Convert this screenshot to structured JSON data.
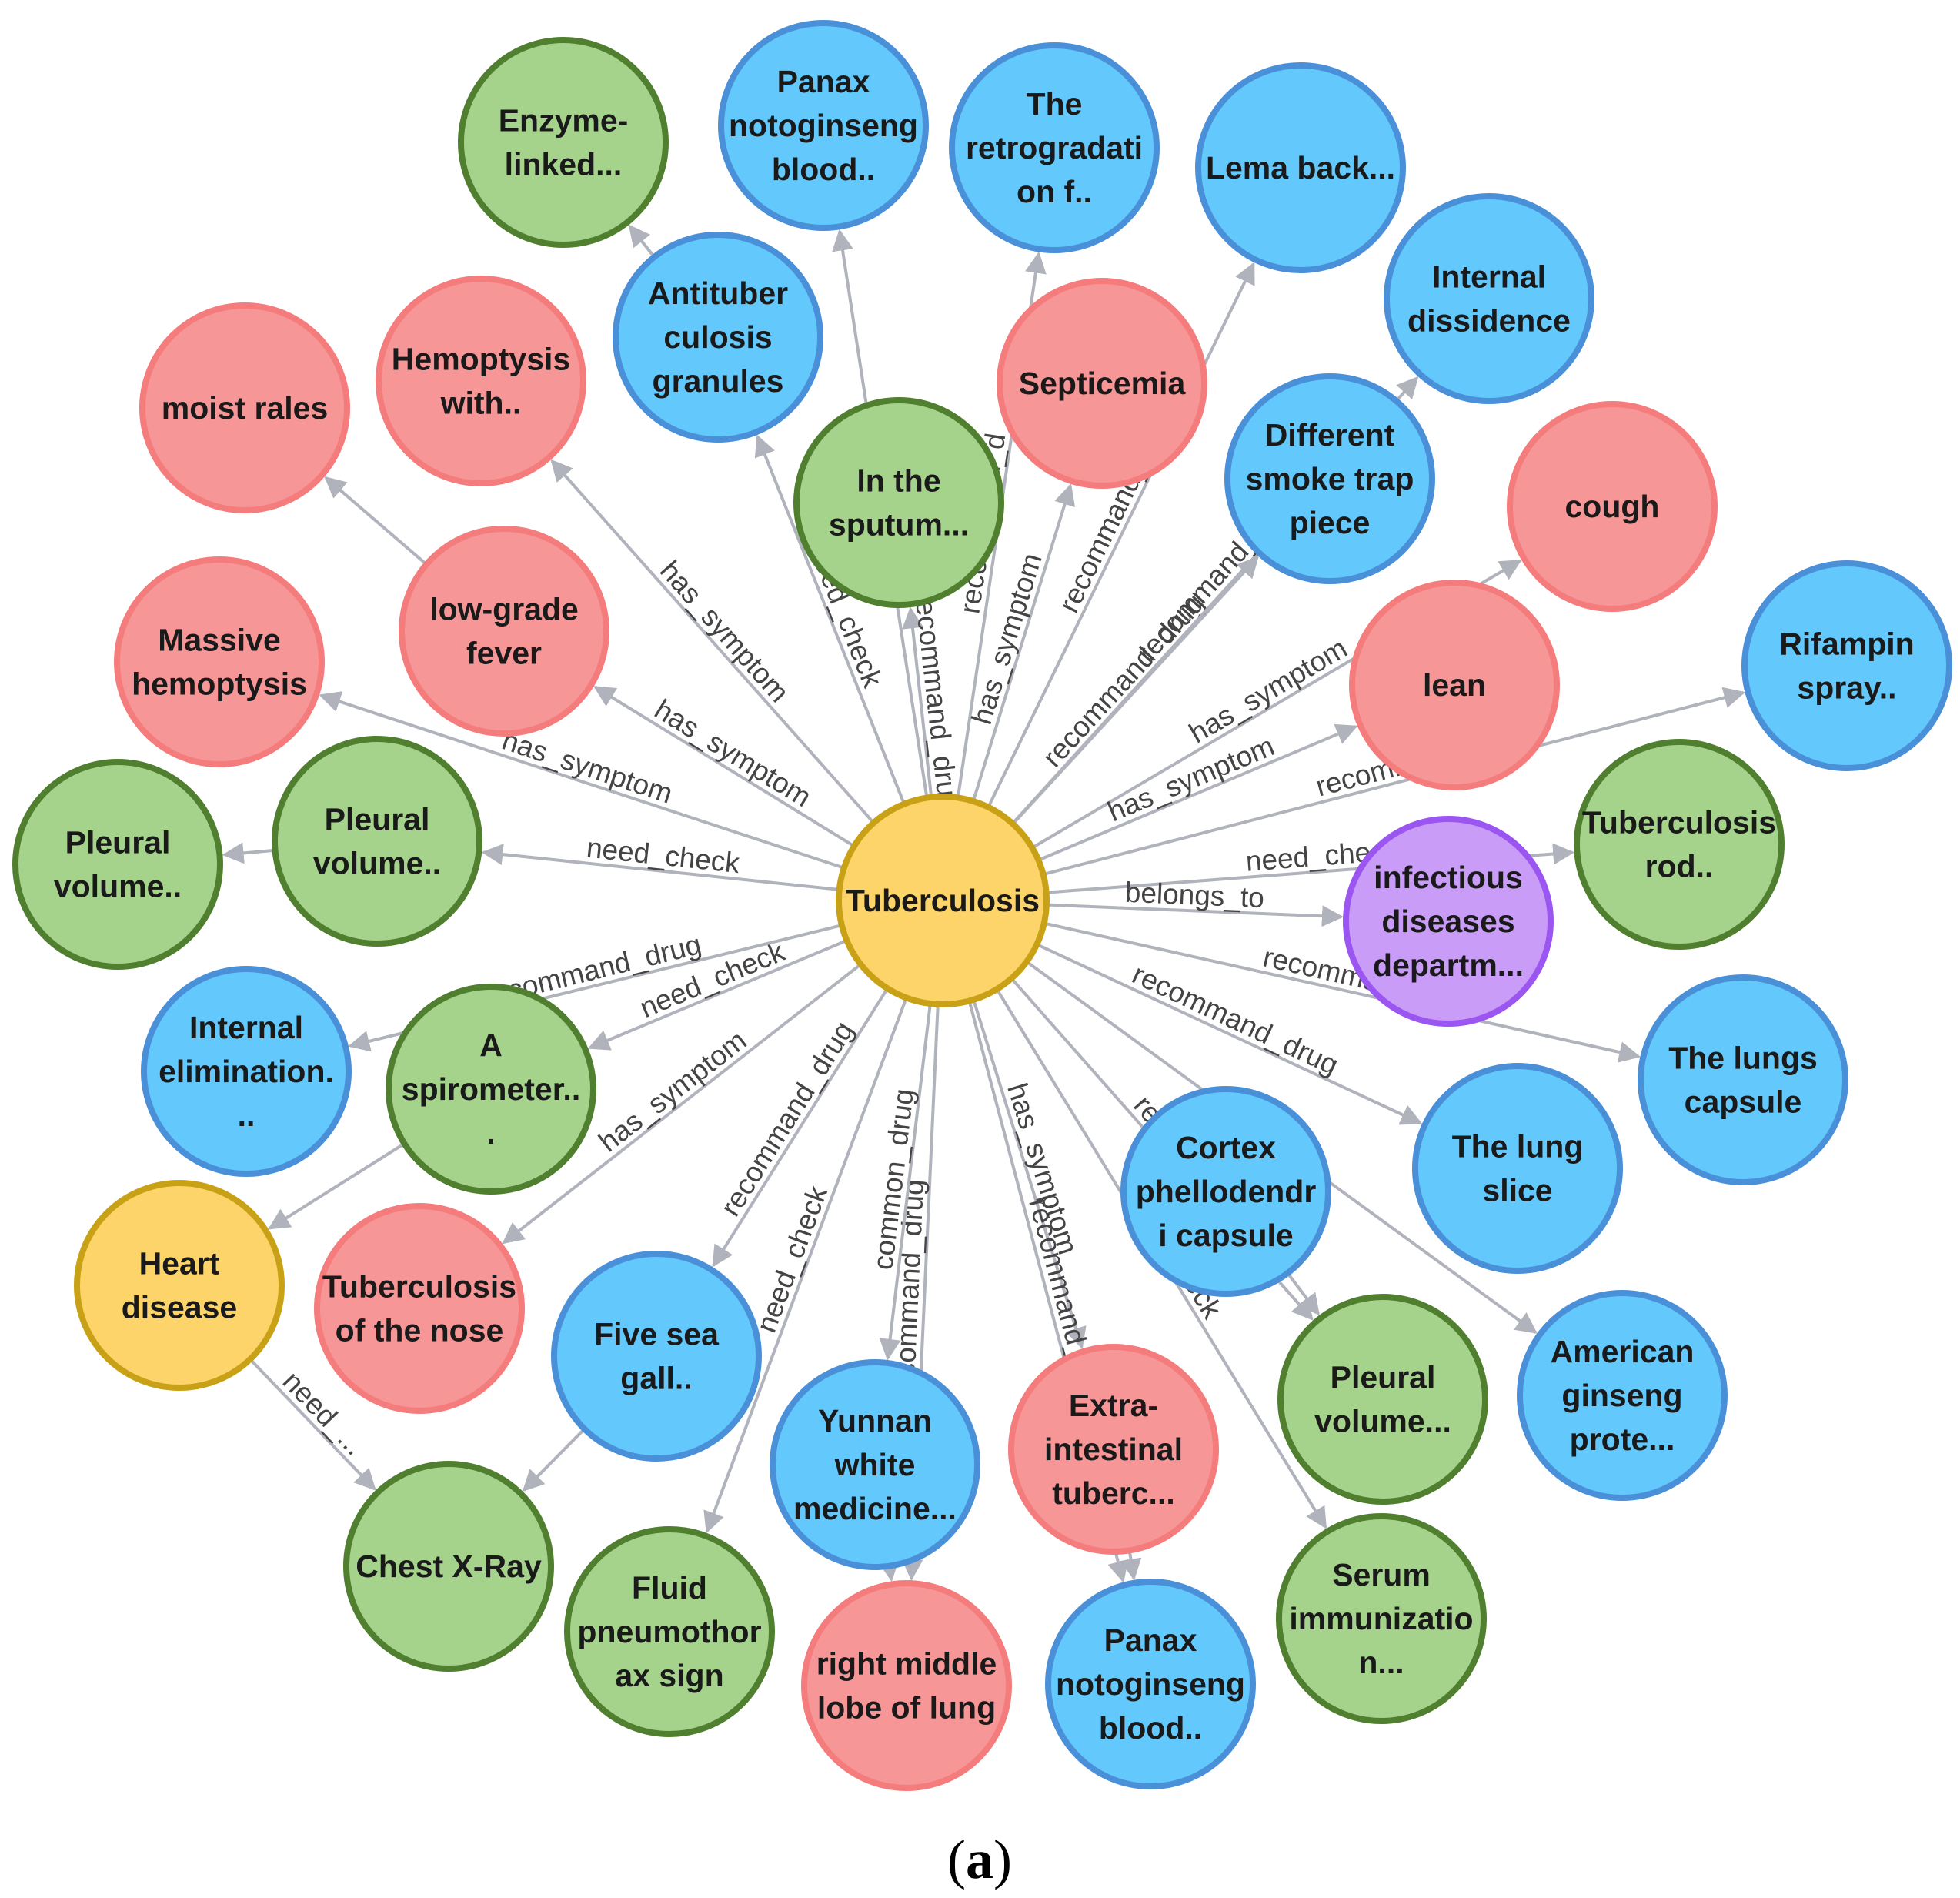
{
  "caption": {
    "open": "(",
    "letter": "a",
    "close": ")"
  },
  "colors": {
    "symptom": {
      "fill": "#f79696",
      "stroke": "#f47c7c"
    },
    "drug": {
      "fill": "#63c8fb",
      "stroke": "#4a90d9"
    },
    "check": {
      "fill": "#a5d38c",
      "stroke": "#4f7f2f"
    },
    "disease": {
      "fill": "#fcd469",
      "stroke": "#c9a116"
    },
    "department": {
      "fill": "#c99cf7",
      "stroke": "#9b55f0"
    },
    "edge": "#b0b3bc",
    "edge_label": "#444444"
  },
  "center_node": {
    "id": "Tuberculosis",
    "label": [
      "Tuberculosis"
    ],
    "type": "disease"
  },
  "nodes": [
    {
      "id": "enzyme",
      "label": [
        "Enzyme-",
        "linked..."
      ],
      "type": "check"
    },
    {
      "id": "panax1",
      "label": [
        "Panax",
        "notoginseng",
        "blood.."
      ],
      "type": "drug"
    },
    {
      "id": "retro",
      "label": [
        "The",
        "retrogradati",
        "on f.."
      ],
      "type": "drug"
    },
    {
      "id": "lema",
      "label": [
        "Lema back..."
      ],
      "type": "drug"
    },
    {
      "id": "internal_diss",
      "label": [
        "Internal",
        "dissidence"
      ],
      "type": "drug"
    },
    {
      "id": "antituber",
      "label": [
        "Antituber",
        "culosis",
        "granules"
      ],
      "type": "drug"
    },
    {
      "id": "septicemia",
      "label": [
        "Septicemia"
      ],
      "type": "symptom"
    },
    {
      "id": "hemoptysis_with",
      "label": [
        "Hemoptysis",
        "with.."
      ],
      "type": "symptom"
    },
    {
      "id": "moist",
      "label": [
        "moist rales"
      ],
      "type": "symptom"
    },
    {
      "id": "sputum",
      "label": [
        "In the",
        "sputum..."
      ],
      "type": "check"
    },
    {
      "id": "smoke",
      "label": [
        "Different",
        "smoke trap",
        "piece"
      ],
      "type": "drug"
    },
    {
      "id": "cough",
      "label": [
        "cough"
      ],
      "type": "symptom"
    },
    {
      "id": "lowgrade",
      "label": [
        "low-grade",
        "fever"
      ],
      "type": "symptom"
    },
    {
      "id": "massive",
      "label": [
        "Massive",
        "hemoptysis"
      ],
      "type": "symptom"
    },
    {
      "id": "lean",
      "label": [
        "lean"
      ],
      "type": "symptom"
    },
    {
      "id": "rifampin",
      "label": [
        "Rifampin",
        "spray.."
      ],
      "type": "drug"
    },
    {
      "id": "pleural_outer",
      "label": [
        "Pleural",
        "volume.."
      ],
      "type": "check"
    },
    {
      "id": "pleural_inner",
      "label": [
        "Pleural",
        "volume.."
      ],
      "type": "check"
    },
    {
      "id": "tb_rod",
      "label": [
        "Tuberculosis",
        "rod.."
      ],
      "type": "check"
    },
    {
      "id": "infectious",
      "label": [
        "infectious",
        "diseases",
        "departm..."
      ],
      "type": "department"
    },
    {
      "id": "internal_elim",
      "label": [
        "Internal",
        "elimination.",
        ".."
      ],
      "type": "drug"
    },
    {
      "id": "spirometer",
      "label": [
        "A",
        "spirometer..",
        "."
      ],
      "type": "check"
    },
    {
      "id": "lungs_capsule",
      "label": [
        "The lungs",
        "capsule"
      ],
      "type": "drug"
    },
    {
      "id": "cortex",
      "label": [
        "Cortex",
        "phellodendr",
        "i capsule"
      ],
      "type": "drug"
    },
    {
      "id": "lung_slice",
      "label": [
        "The lung",
        "slice"
      ],
      "type": "drug"
    },
    {
      "id": "heart",
      "label": [
        "Heart",
        "disease"
      ],
      "type": "disease"
    },
    {
      "id": "tb_nose",
      "label": [
        "Tuberculosis",
        "of the nose"
      ],
      "type": "symptom"
    },
    {
      "id": "five_sea",
      "label": [
        "Five sea",
        "gall.."
      ],
      "type": "drug"
    },
    {
      "id": "american",
      "label": [
        "American",
        "ginseng",
        "prote..."
      ],
      "type": "drug"
    },
    {
      "id": "pleural_br",
      "label": [
        "Pleural",
        "volume..."
      ],
      "type": "check"
    },
    {
      "id": "extra",
      "label": [
        "Extra-",
        "intestinal",
        "tuberc..."
      ],
      "type": "symptom"
    },
    {
      "id": "yunnan",
      "label": [
        "Yunnan",
        "white",
        "medicine..."
      ],
      "type": "drug"
    },
    {
      "id": "chest",
      "label": [
        "Chest X-Ray"
      ],
      "type": "check"
    },
    {
      "id": "fluid",
      "label": [
        "Fluid",
        "pneumothor",
        "ax sign"
      ],
      "type": "check"
    },
    {
      "id": "right_middle",
      "label": [
        "right middle",
        "lobe of lung"
      ],
      "type": "symptom"
    },
    {
      "id": "panax2",
      "label": [
        "Panax",
        "notoginseng",
        "blood.."
      ],
      "type": "drug"
    },
    {
      "id": "serum",
      "label": [
        "Serum",
        "immunizatio",
        "n..."
      ],
      "type": "check"
    }
  ],
  "edges": [
    {
      "from": "Tuberculosis",
      "to": "antituber",
      "label": "need_check"
    },
    {
      "from": "Tuberculosis",
      "to": "sputum",
      "label": "recommand_drug"
    },
    {
      "from": "Tuberculosis",
      "to": "panax1",
      "label": "need_ch..."
    },
    {
      "from": "Tuberculosis",
      "to": "retro",
      "label": "recommand_d"
    },
    {
      "from": "Tuberculosis",
      "to": "septicemia",
      "label": "has_symptom"
    },
    {
      "from": "Tuberculosis",
      "to": "lema",
      "label": "recommand_d"
    },
    {
      "from": "Tuberculosis",
      "to": "smoke",
      "label": "recommand_drug"
    },
    {
      "from": "Tuberculosis",
      "to": "internal_diss",
      "label": "recommand_d"
    },
    {
      "from": "Tuberculosis",
      "to": "cough",
      "label": "has_symptom"
    },
    {
      "from": "Tuberculosis",
      "to": "lean",
      "label": "has_symptom"
    },
    {
      "from": "Tuberculosis",
      "to": "rifampin",
      "label": "recommand"
    },
    {
      "from": "Tuberculosis",
      "to": "tb_rod",
      "label": "need_che"
    },
    {
      "from": "Tuberculosis",
      "to": "infectious",
      "label": "belongs_to"
    },
    {
      "from": "Tuberculosis",
      "to": "lungs_capsule",
      "label": "recommand_"
    },
    {
      "from": "Tuberculosis",
      "to": "lung_slice",
      "label": "recommand_drug"
    },
    {
      "from": "Tuberculosis",
      "to": "american",
      "label": "drug"
    },
    {
      "from": "Tuberculosis",
      "to": "pleural_br",
      "label": "recomm"
    },
    {
      "from": "Tuberculosis",
      "to": "serum",
      "label": "need_check"
    },
    {
      "from": "Tuberculosis",
      "to": "extra",
      "label": "has_symptom"
    },
    {
      "from": "Tuberculosis",
      "to": "panax2",
      "label": "recommand_d"
    },
    {
      "from": "Tuberculosis",
      "to": "right_middle",
      "label": "recommand_drug"
    },
    {
      "from": "Tuberculosis",
      "to": "yunnan",
      "label": "common_drug"
    },
    {
      "from": "Tuberculosis",
      "to": "fluid",
      "label": "need_check"
    },
    {
      "from": "Tuberculosis",
      "to": "five_sea",
      "label": "recommand_drug"
    },
    {
      "from": "Tuberculosis",
      "to": "tb_nose",
      "label": "has_symptom"
    },
    {
      "from": "Tuberculosis",
      "to": "spirometer",
      "label": "need_check"
    },
    {
      "from": "Tuberculosis",
      "to": "internal_elim",
      "label": "recommand_drug"
    },
    {
      "from": "Tuberculosis",
      "to": "pleural_inner",
      "label": "need_check"
    },
    {
      "from": "Tuberculosis",
      "to": "massive",
      "label": "has_symptom"
    },
    {
      "from": "Tuberculosis",
      "to": "lowgrade",
      "label": "has_symptom"
    },
    {
      "from": "Tuberculosis",
      "to": "hemoptysis_with",
      "label": "has_symptom"
    },
    {
      "from": "lowgrade",
      "to": "moist",
      "label": ""
    },
    {
      "from": "antituber",
      "to": "enzyme",
      "label": ""
    },
    {
      "from": "pleural_inner",
      "to": "pleural_outer",
      "label": ""
    },
    {
      "from": "spirometer",
      "to": "heart",
      "label": ""
    },
    {
      "from": "heart",
      "to": "chest",
      "label": "need_..."
    },
    {
      "from": "five_sea",
      "to": "chest",
      "label": ""
    },
    {
      "from": "yunnan",
      "to": "right_middle",
      "label": ""
    },
    {
      "from": "extra",
      "to": "panax2",
      "label": ""
    },
    {
      "from": "cortex",
      "to": "pleural_br",
      "label": ""
    }
  ]
}
